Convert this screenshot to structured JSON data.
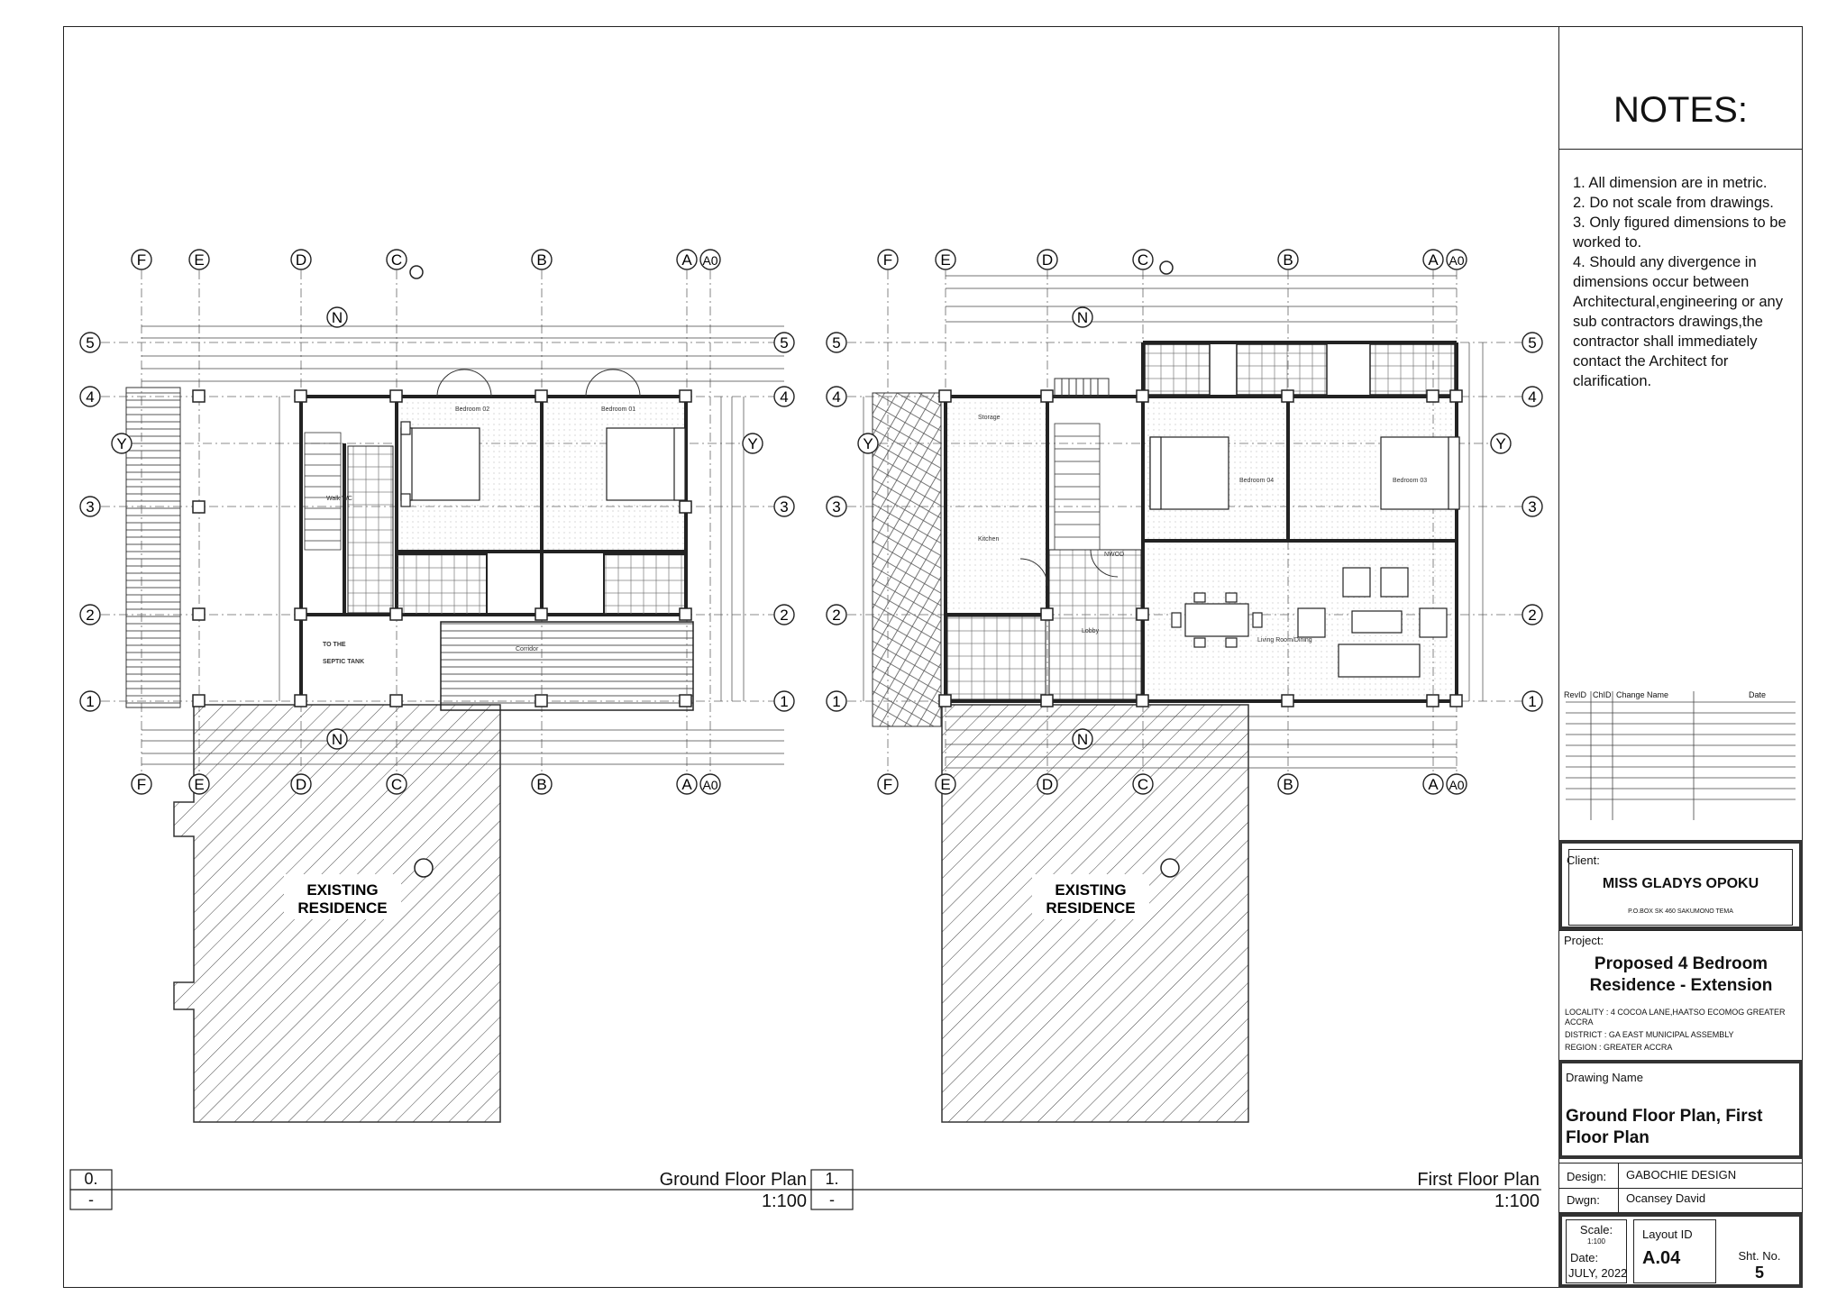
{
  "notes": {
    "title": "NOTES:",
    "items": [
      "1. All dimension are in metric.",
      "2. Do not scale from drawings.",
      "3. Only figured dimensions to be worked to.",
      "4. Should any divergence in dimensions occur between Architectural,engineering or any sub contractors drawings,the contractor shall immediately contact the Architect for clarification."
    ]
  },
  "revision_table": {
    "headers": [
      "RevID",
      "ChID",
      "Change Name",
      "Date"
    ]
  },
  "client": {
    "label": "Client:",
    "name": "MISS GLADYS OPOKU",
    "address": "P.O.BOX SK 460 SAKUMONO TEMA"
  },
  "project": {
    "label": "Project:",
    "name": "Proposed 4 Bedroom Residence - Extension",
    "locality": "LOCALITY :  4 COCOA LANE,HAATSO ECOMOG GREATER ACCRA",
    "district": "DISTRICT   : GA EAST MUNICIPAL ASSEMBLY",
    "region": "REGION     : GREATER ACCRA"
  },
  "drawing": {
    "label": "Drawing Name",
    "name": "Ground Floor Plan, First Floor Plan"
  },
  "design": {
    "label": "Design:",
    "value": "GABOCHIE DESIGN"
  },
  "dwgn": {
    "label": "Dwgn:",
    "value": "Ocansey David"
  },
  "scale": {
    "label": "Scale:",
    "value": "1:100"
  },
  "date": {
    "label": "Date:",
    "value": "JULY, 2022"
  },
  "layout": {
    "label": "Layout ID",
    "value": "A.04"
  },
  "sheet": {
    "label": "Sht. No.",
    "value": "5"
  },
  "plans": [
    {
      "number": "0.",
      "sub": "-",
      "title": "Ground Floor Plan",
      "scale": "1:100",
      "existing": "EXISTING RESIDENCE"
    },
    {
      "number": "1.",
      "sub": "-",
      "title": "First Floor Plan",
      "scale": "1:100",
      "existing": "EXISTING RESIDENCE"
    }
  ],
  "grid": {
    "letters": [
      "F",
      "E",
      "D",
      "C",
      "B",
      "A",
      "A0"
    ],
    "numbers": [
      "5",
      "4",
      "3",
      "2",
      "1"
    ],
    "section_mark": "Y",
    "north": "N"
  },
  "room_labels": {
    "ground": [
      "Bedroom 02",
      "Bedroom 01",
      "Corridor",
      "TO THE",
      "SEPTIC TANK",
      "Walk WC"
    ],
    "first": [
      "Storage",
      "Kitchen",
      "Bedroom 04",
      "Bedroom 03",
      "Living Room/Dining",
      "Lobby",
      "NWOD"
    ]
  }
}
